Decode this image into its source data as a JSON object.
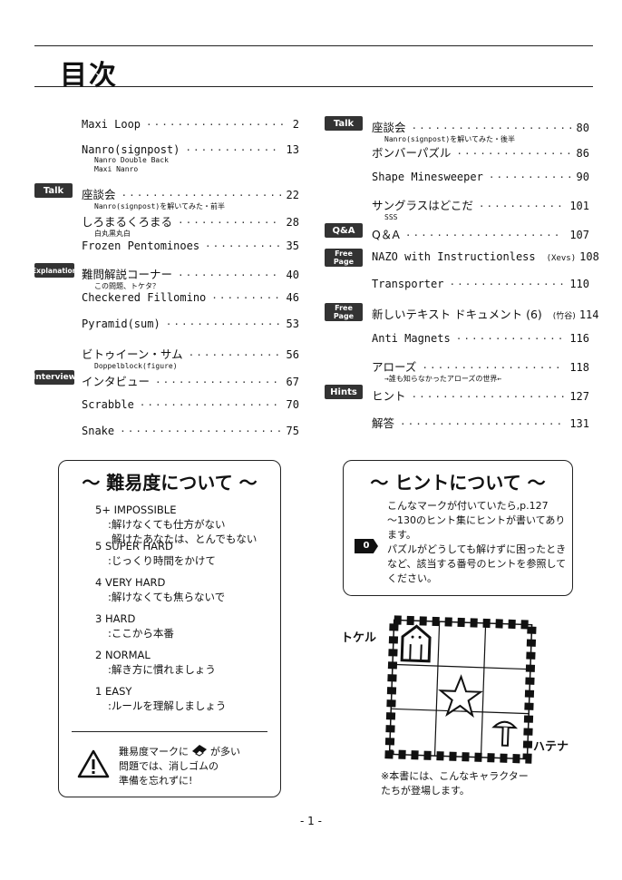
{
  "page_title": "目次",
  "toc_left": [
    {
      "title": "Maxi Loop",
      "page": "2",
      "mono": true,
      "subs": []
    },
    {
      "title": "Nanro(signpost)",
      "page": "13",
      "mono": true,
      "subs": [
        "Nanro Double Back",
        "Maxi Nanro"
      ]
    },
    {
      "tag": "Talk",
      "title": "座談会",
      "page": "22",
      "mono": false,
      "subs": [
        "Nanro(signpost)を解いてみた・前半"
      ]
    },
    {
      "title": "しろまるくろまる",
      "page": "28",
      "mono": false,
      "subs": [
        "白丸黒丸白"
      ]
    },
    {
      "title": "Frozen Pentominoes",
      "page": "35",
      "mono": true,
      "subs": []
    },
    {
      "tag": "Explanation",
      "title": "難問解説コーナー",
      "page": "40",
      "mono": false,
      "subs": [
        "この問題、トケタ？"
      ]
    },
    {
      "title": "Checkered Fillomino",
      "page": "46",
      "mono": true,
      "subs": []
    },
    {
      "title": "Pyramid(sum)",
      "page": "53",
      "mono": true,
      "subs": []
    },
    {
      "title": "ビトゥイーン・サム",
      "page": "56",
      "mono": false,
      "subs": [
        "Doppelblock(figure)"
      ]
    },
    {
      "tag": "Interview",
      "title": "インタビュー",
      "page": "67",
      "mono": false,
      "subs": []
    },
    {
      "title": "Scrabble",
      "page": "70",
      "mono": true,
      "subs": []
    },
    {
      "title": "Snake",
      "page": "75",
      "mono": true,
      "subs": []
    }
  ],
  "toc_right": [
    {
      "tag": "Talk",
      "title": "座談会",
      "page": "80",
      "mono": false,
      "subs": [
        "Nanro(signpost)を解いてみた・後半"
      ]
    },
    {
      "title": "ボンバーパズル",
      "page": "86",
      "mono": false,
      "subs": []
    },
    {
      "title": "Shape Minesweeper",
      "page": "90",
      "mono": true,
      "subs": []
    },
    {
      "title": "サングラスはどこだ",
      "page": "101",
      "mono": false,
      "subs": [
        "SSS"
      ]
    },
    {
      "tag": "Q&A",
      "title": "Q＆A",
      "page": "107",
      "mono": false,
      "subs": []
    },
    {
      "tag": "Free Page",
      "title": "NAZO with Instructionless",
      "note": "(Xevs)",
      "page": "108",
      "mono": true,
      "subs": []
    },
    {
      "title": "Transporter",
      "page": "110",
      "mono": true,
      "subs": []
    },
    {
      "tag": "Free Page",
      "title": "新しいテキスト ドキュメント (6)",
      "note": "(竹谷)",
      "page": "114",
      "mono": false,
      "subs": []
    },
    {
      "title": "Anti Magnets",
      "page": "116",
      "mono": true,
      "subs": []
    },
    {
      "title": "アローズ",
      "page": "118",
      "mono": false,
      "subs": [
        "→誰も知らなかったアローズの世界←"
      ]
    },
    {
      "tag": "Hints",
      "title": "ヒント",
      "page": "127",
      "mono": false,
      "subs": []
    },
    {
      "title": "解答",
      "page": "131",
      "mono": false,
      "subs": []
    }
  ],
  "difficulty": {
    "heading": "〜 難易度について 〜",
    "levels": [
      {
        "name": "5+ IMPOSSIBLE",
        "desc": [
          ":解けなくても仕方がない",
          "解けたあなたは、とんでもない"
        ]
      },
      {
        "name": "5 SUPER HARD",
        "desc": [
          ":じっくり時間をかけて"
        ]
      },
      {
        "name": "4 VERY HARD",
        "desc": [
          ":解けなくても焦らないで"
        ]
      },
      {
        "name": "3 HARD",
        "desc": [
          ":ここから本番"
        ]
      },
      {
        "name": "2 NORMAL",
        "desc": [
          ":解き方に慣れましょう"
        ]
      },
      {
        "name": "1 EASY",
        "desc": [
          ":ルールを理解しましょう"
        ]
      }
    ],
    "warning": [
      "難易度マークに",
      "が多い",
      "問題では、消しゴムの",
      "準備を忘れずに!"
    ],
    "warning_icon": "warning-triangle-icon",
    "eraser_icon": "eraser-icon"
  },
  "hints_box": {
    "heading": "〜 ヒントについて 〜",
    "marker": "0",
    "lines": [
      "こんなマークが付いていたら,p.127",
      "〜130のヒント集にヒントが書いてあり",
      "ます。",
      "パズルがどうしても解けずに困ったとき",
      "など、該当する番号のヒントを参照して",
      "ください。"
    ]
  },
  "characters": {
    "left_label": "トケル",
    "right_label": "ハテナ",
    "caption": [
      "※本書には、こんなキャラクター",
      "たちが登場します。"
    ]
  },
  "page_number": "- 1 -"
}
